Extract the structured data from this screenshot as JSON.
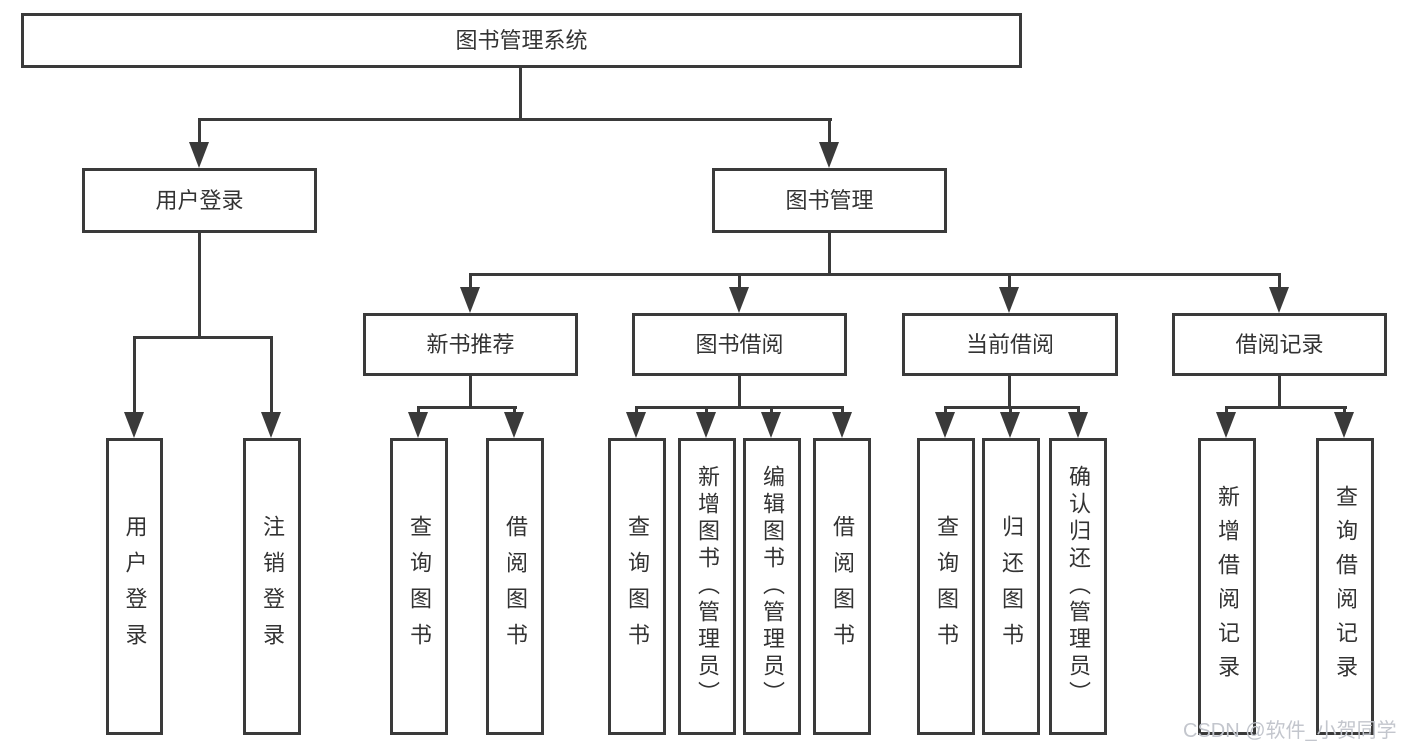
{
  "diagram": {
    "root": {
      "label": "图书管理系统"
    },
    "branches": [
      {
        "label": "用户登录",
        "leaves": [
          {
            "label": "用户登录"
          },
          {
            "label": "注销登录"
          }
        ]
      },
      {
        "label": "图书管理",
        "groups": [
          {
            "label": "新书推荐",
            "leaves": [
              {
                "label": "查询图书"
              },
              {
                "label": "借阅图书"
              }
            ]
          },
          {
            "label": "图书借阅",
            "leaves": [
              {
                "label": "查询图书"
              },
              {
                "label": "新增图书（管理员）"
              },
              {
                "label": "编辑图书（管理员）"
              },
              {
                "label": "借阅图书"
              }
            ]
          },
          {
            "label": "当前借阅",
            "leaves": [
              {
                "label": "查询图书"
              },
              {
                "label": "归还图书"
              },
              {
                "label": "确认归还（管理员）"
              }
            ]
          },
          {
            "label": "借阅记录",
            "leaves": [
              {
                "label": "新增借阅记录"
              },
              {
                "label": "查询借阅记录"
              }
            ]
          }
        ]
      }
    ]
  },
  "watermark": {
    "text": "CSDN @软件_小贺同学",
    "color": "#c3c6cd"
  },
  "colors": {
    "line": "#3a3a3a",
    "text": "#333333",
    "background": "#ffffff",
    "node_fill": "#ffffff"
  }
}
